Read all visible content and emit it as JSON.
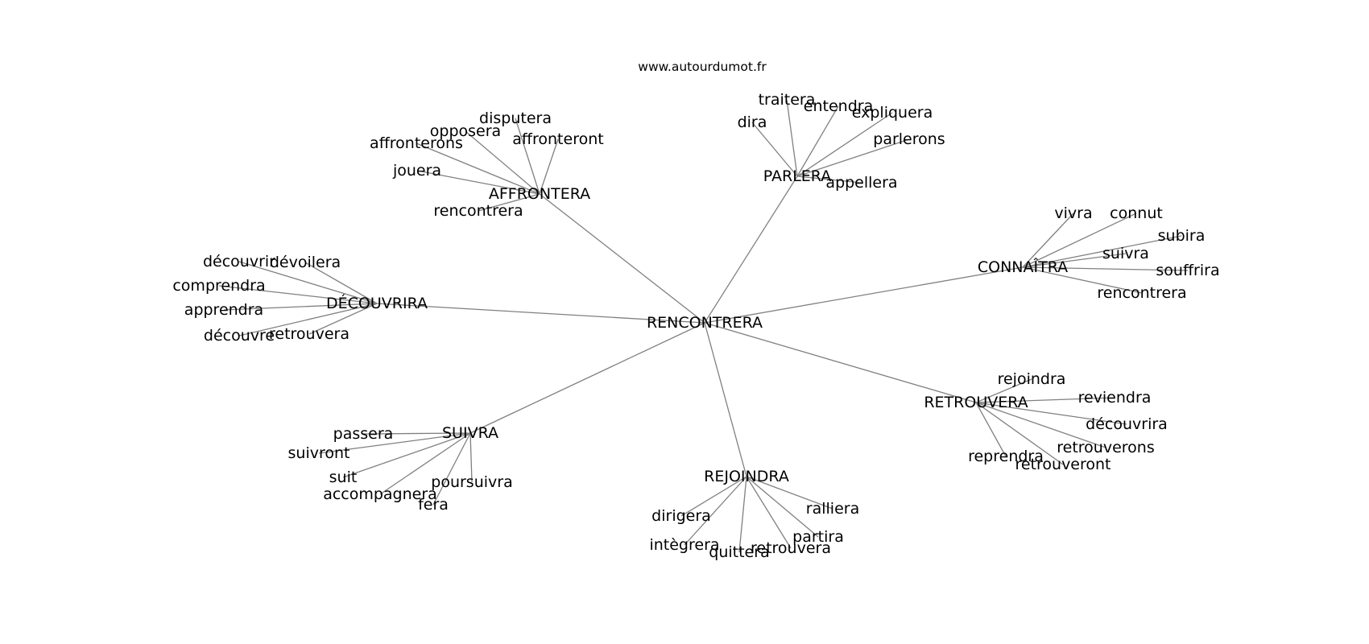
{
  "site": "www.autourdumot.fr",
  "root": "RENCONTRERA",
  "groups": [
    {
      "hub": "AFFRONTERA",
      "words": [
        "disputera",
        "opposera",
        "affronteront",
        "affronterons",
        "jouera",
        "rencontrera"
      ]
    },
    {
      "hub": "PARLERA",
      "words": [
        "traitera",
        "entendra",
        "dira",
        "expliquera",
        "parlerons",
        "appellera"
      ]
    },
    {
      "hub": "CONNAÎTRA",
      "words": [
        "vivra",
        "connut",
        "subira",
        "suivra",
        "souffrira",
        "rencontrera"
      ]
    },
    {
      "hub": "DÉCOUVRIRA",
      "words": [
        "découvrir",
        "dévoilera",
        "comprendra",
        "apprendra",
        "découvre",
        "retrouvera"
      ]
    },
    {
      "hub": "RETROUVERA",
      "words": [
        "rejoindra",
        "reviendra",
        "découvrira",
        "retrouverons",
        "reprendra",
        "retrouveront"
      ]
    },
    {
      "hub": "SUIVRA",
      "words": [
        "passera",
        "suivront",
        "suit",
        "poursuivra",
        "accompagnera",
        "fera"
      ]
    },
    {
      "hub": "REJOINDRA",
      "words": [
        "ralliera",
        "dirigera",
        "partira",
        "intègrera",
        "retrouvera",
        "quittera"
      ]
    }
  ]
}
